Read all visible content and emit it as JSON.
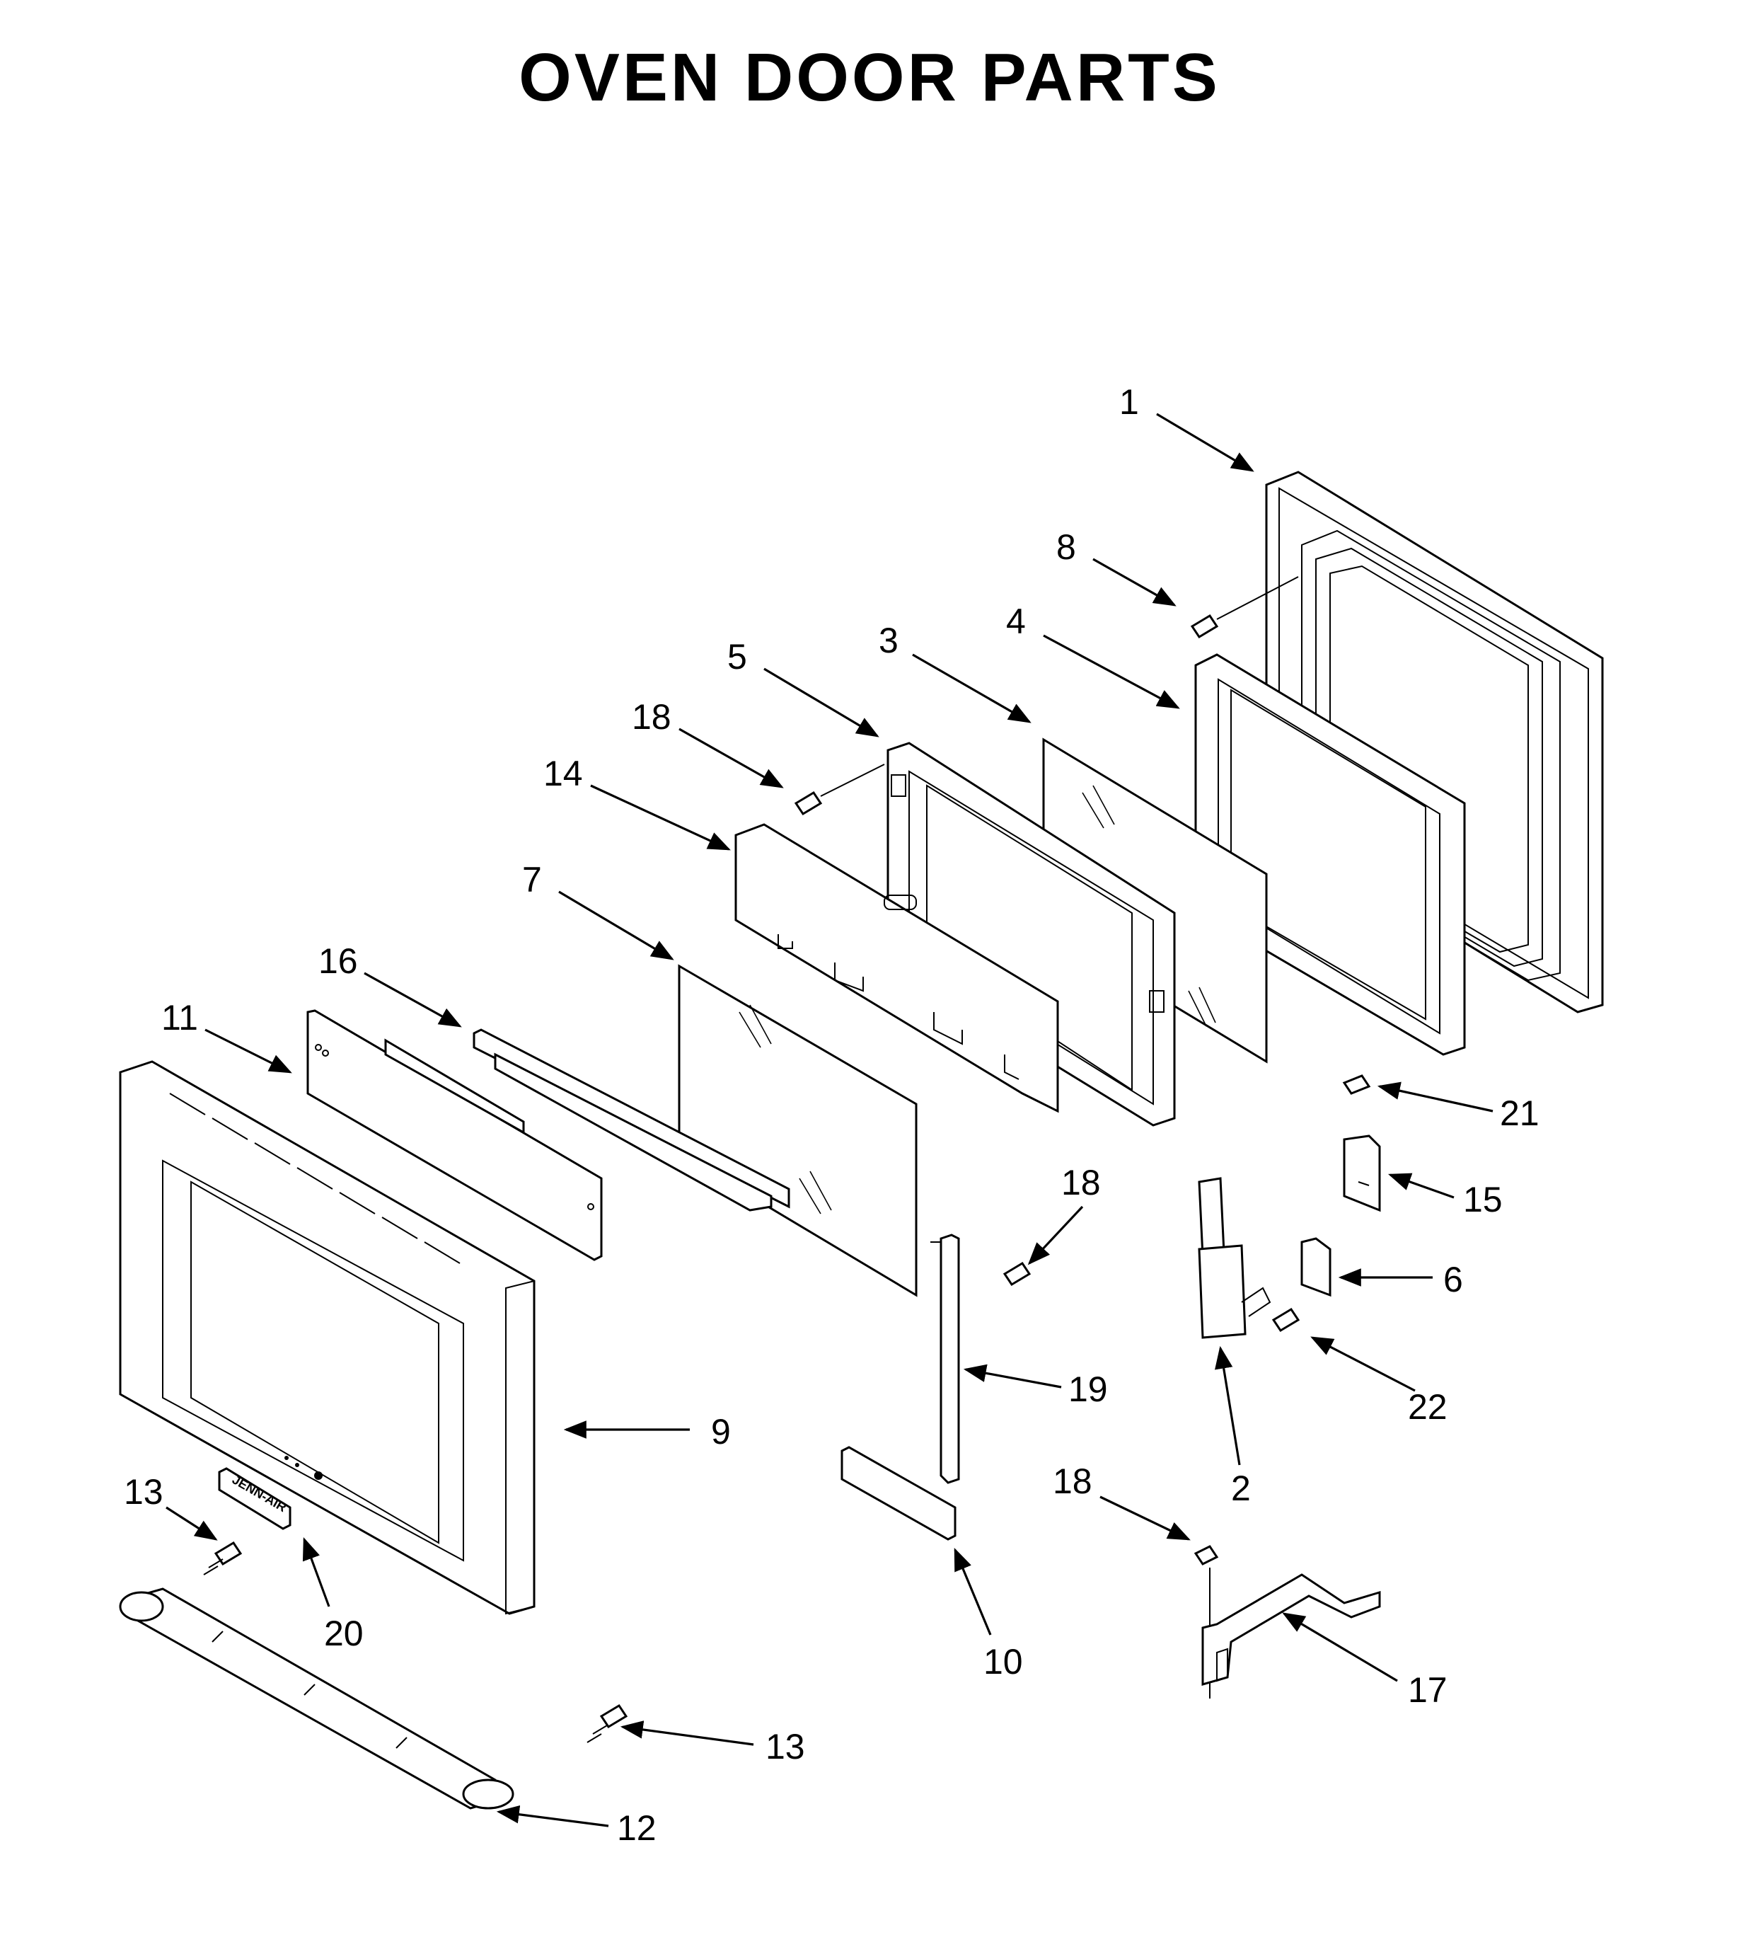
{
  "title": "OVEN DOOR PARTS",
  "brand_badge": "JENN-AIR",
  "callouts": [
    {
      "id": "c1",
      "label": "1"
    },
    {
      "id": "c8",
      "label": "8"
    },
    {
      "id": "c3",
      "label": "3"
    },
    {
      "id": "c4",
      "label": "4"
    },
    {
      "id": "c5",
      "label": "5"
    },
    {
      "id": "c18a",
      "label": "18"
    },
    {
      "id": "c14",
      "label": "14"
    },
    {
      "id": "c7",
      "label": "7"
    },
    {
      "id": "c16",
      "label": "16"
    },
    {
      "id": "c11",
      "label": "11"
    },
    {
      "id": "c21",
      "label": "21"
    },
    {
      "id": "c15",
      "label": "15"
    },
    {
      "id": "c18b",
      "label": "18"
    },
    {
      "id": "c6",
      "label": "6"
    },
    {
      "id": "c19",
      "label": "19"
    },
    {
      "id": "c22",
      "label": "22"
    },
    {
      "id": "c9",
      "label": "9"
    },
    {
      "id": "c2",
      "label": "2"
    },
    {
      "id": "c13a",
      "label": "13"
    },
    {
      "id": "c18c",
      "label": "18"
    },
    {
      "id": "c20",
      "label": "20"
    },
    {
      "id": "c10",
      "label": "10"
    },
    {
      "id": "c17",
      "label": "17"
    },
    {
      "id": "c13b",
      "label": "13"
    },
    {
      "id": "c12",
      "label": "12"
    }
  ]
}
